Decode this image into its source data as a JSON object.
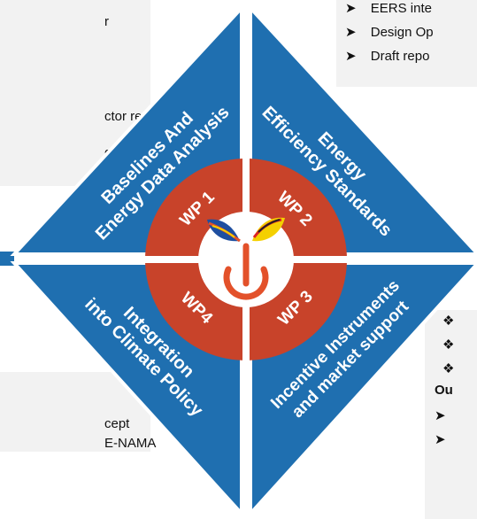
{
  "colors": {
    "diamond_blue": "#1f6fb0",
    "diamond_border": "#ffffff",
    "ring_red": "#c8432a",
    "center_white": "#ffffff",
    "power_orange": "#e3512a",
    "arrow_blue": "#1f6fb0",
    "box_grey": "#f2f2f2",
    "text_dark": "#111111"
  },
  "icons": {
    "center": "power-button-icon",
    "flags": [
      "eu-flag-leaf-icon",
      "germany-flag-leaf-icon"
    ],
    "bullet_arrow": "arrowhead-bullet-icon",
    "bullet_diamond": "four-diamond-bullet-icon"
  },
  "diagram": {
    "quadrants": [
      {
        "id": "wp1",
        "wp_label": "WP 1",
        "title_lines": [
          "Baselines And",
          "Energy Data Analysis"
        ]
      },
      {
        "id": "wp2",
        "wp_label": "WP 2",
        "title_lines": [
          "Energy",
          "Efficiency Standards"
        ]
      },
      {
        "id": "wp3",
        "wp_label": "WP 3",
        "title_lines": [
          "Incentive Instruments",
          "and market support"
        ]
      },
      {
        "id": "wp4",
        "wp_label": "WP4",
        "title_lines": [
          "Integration",
          "into Climate Policy"
        ]
      }
    ]
  },
  "boxes": {
    "top_left": {
      "lines": [
        "r",
        "ctor report",
        "guideline"
      ]
    },
    "top_right": {
      "lines": [
        "EERS inte",
        "Design Op",
        "Draft repo"
      ]
    },
    "bottom_left": {
      "lines": [
        "cept",
        "E-NAMA"
      ]
    },
    "bottom_right": {
      "label": "Ou"
    }
  }
}
